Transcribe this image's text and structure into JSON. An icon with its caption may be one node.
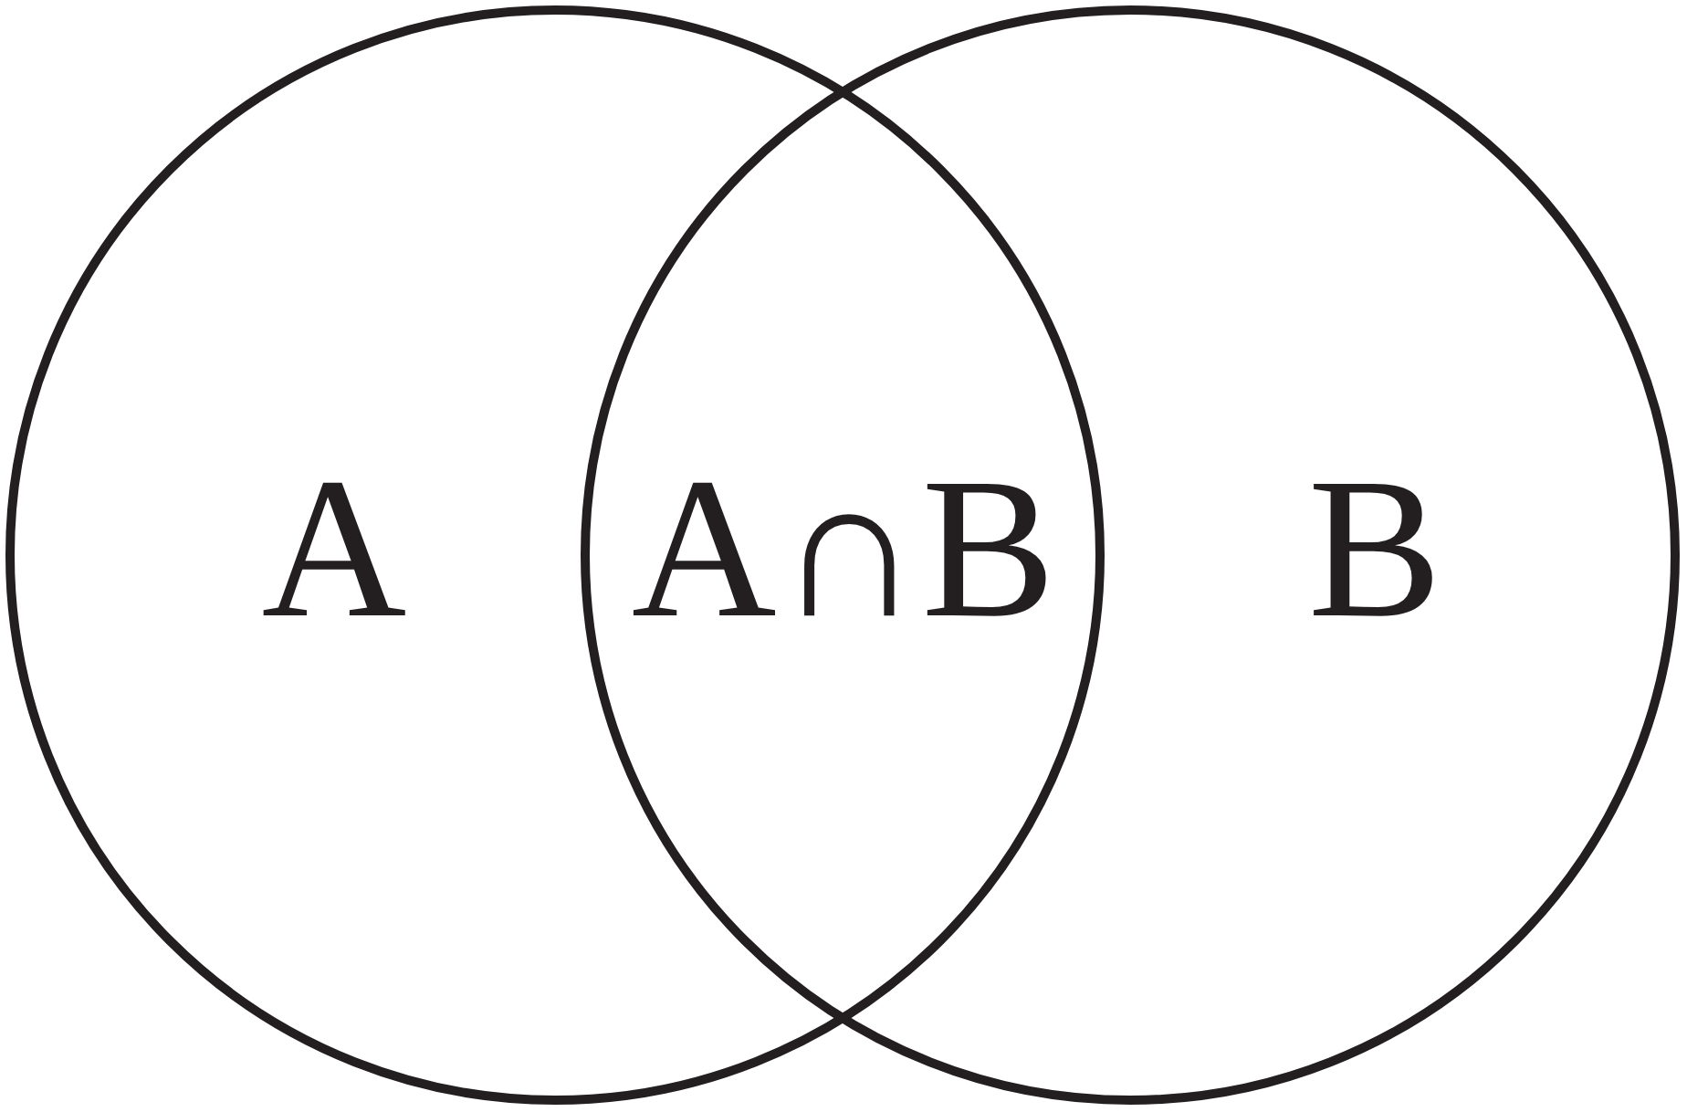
{
  "diagram": {
    "nodes": [
      {
        "text": [
          "A"
        ]
      },
      {
        "text": [
          "B"
        ]
      }
    ],
    "labels": [
      "A∩B"
    ]
  }
}
